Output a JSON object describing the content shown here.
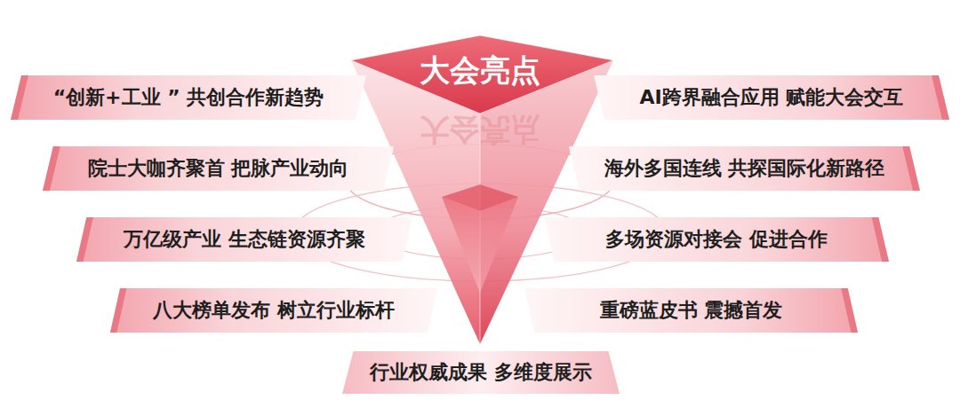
{
  "diagram": {
    "title": "大会亮点",
    "nodes": [
      {
        "text": [
          "“创新+工业 ” 共创合作新趋势"
        ]
      },
      {
        "text": [
          "AI跨界融合应用 赋能大会交互"
        ]
      },
      {
        "text": [
          "院士大咖齐聚首 把脉产业动向"
        ]
      },
      {
        "text": [
          "海外多国连线 共探国际化新路径"
        ]
      },
      {
        "text": [
          "万亿级产业 生态链资源齐聚"
        ]
      },
      {
        "text": [
          "多场资源对接会 促进合作"
        ]
      },
      {
        "text": [
          "八大榜单发布 树立行业标杆"
        ]
      },
      {
        "text": [
          "重磅蓝皮书 震撼首发"
        ]
      },
      {
        "text": [
          "行业权威成果 多维度展示"
        ]
      }
    ],
    "labels": [
      "大会亮点"
    ]
  }
}
